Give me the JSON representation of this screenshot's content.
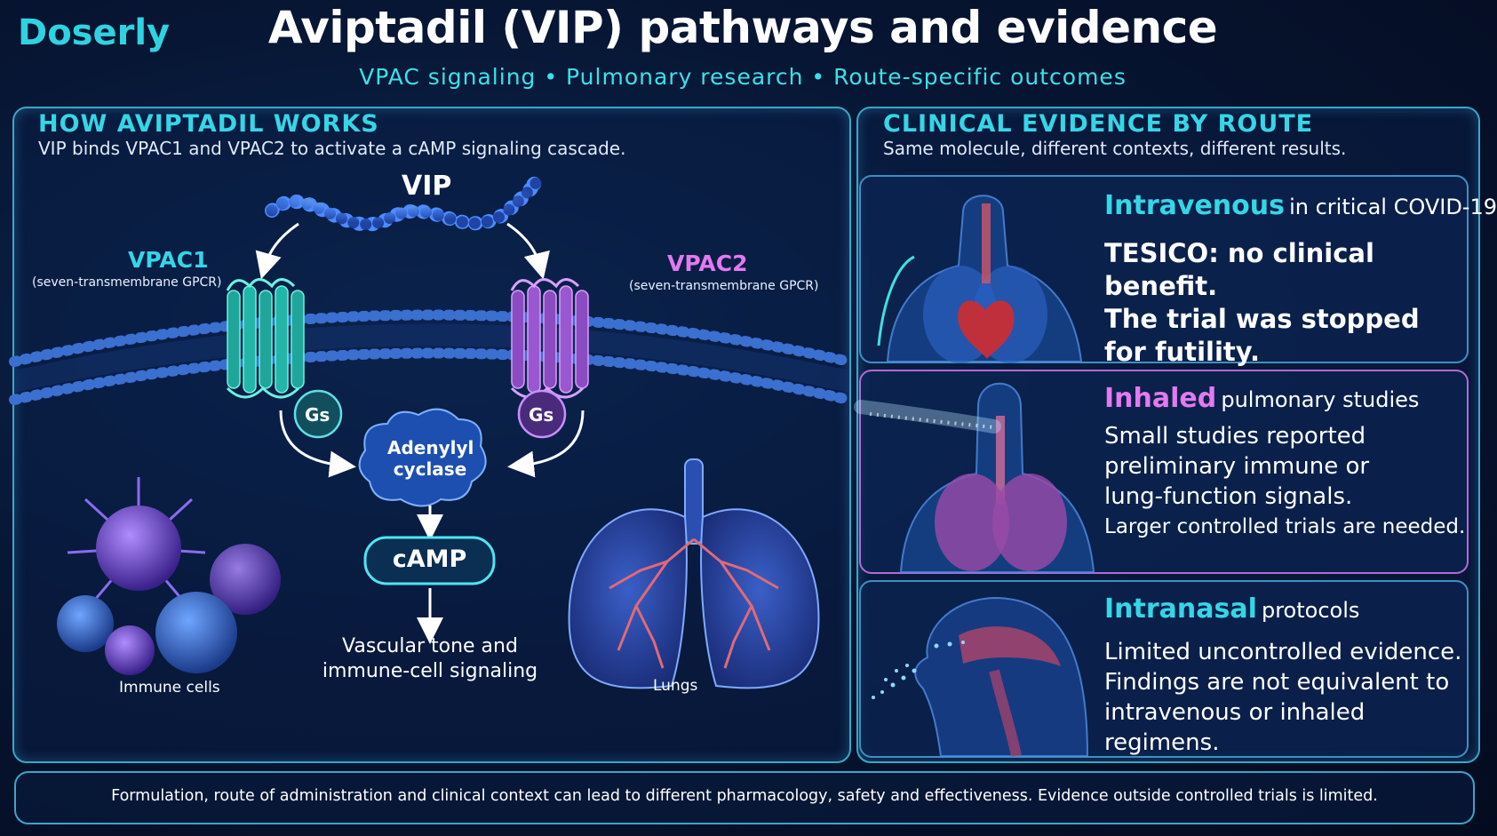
{
  "brand": "Doserly",
  "title": "Aviptadil (VIP) pathways and evidence",
  "subtitle": "VPAC signaling  •  Pulmonary research  •  Route-specific outcomes",
  "left": {
    "heading": "HOW AVIPTADIL WORKS",
    "description": "VIP binds VPAC1 and VPAC2 to activate a cAMP signaling cascade.",
    "vip": "VIP",
    "vpac1": "VPAC1",
    "vpac1_sub": "(seven-transmembrane GPCR)",
    "vpac2": "VPAC2",
    "vpac2_sub": "(seven-transmembrane GPCR)",
    "gs": "Gs",
    "adenylyl_1": "Adenylyl",
    "adenylyl_2": "cyclase",
    "camp": "cAMP",
    "outcome_1": "Vascular tone and",
    "outcome_2": "immune-cell signaling",
    "immune_cells": "Immune cells",
    "lungs": "Lungs"
  },
  "right": {
    "heading": "CLINICAL EVIDENCE BY ROUTE",
    "description": "Same molecule, different contexts, different results.",
    "cards": [
      {
        "route": "Intravenous",
        "context": "in critical COVID-19",
        "lines": [
          "TESICO: no clinical benefit.",
          "The trial was stopped",
          "for futility."
        ]
      },
      {
        "route": "Inhaled",
        "context": "pulmonary studies",
        "lines": [
          "Small studies reported",
          "preliminary immune or",
          "lung-function signals.",
          "Larger controlled trials are needed."
        ]
      },
      {
        "route": "Intranasal",
        "context": "protocols",
        "lines": [
          "Limited uncontrolled evidence.",
          "Findings are not equivalent to",
          "intravenous or inhaled regimens."
        ]
      }
    ]
  },
  "footer": "Formulation, route of administration and clinical context can lead to different pharmacology, safety and effectiveness. Evidence outside controlled trials is limited.",
  "colors": {
    "accent_cyan": "#35d6e6",
    "accent_pink": "#e27af0",
    "vpac1_teal": "#2fc4b0",
    "vpac2_purple": "#b06ad8",
    "background": "#071634"
  }
}
